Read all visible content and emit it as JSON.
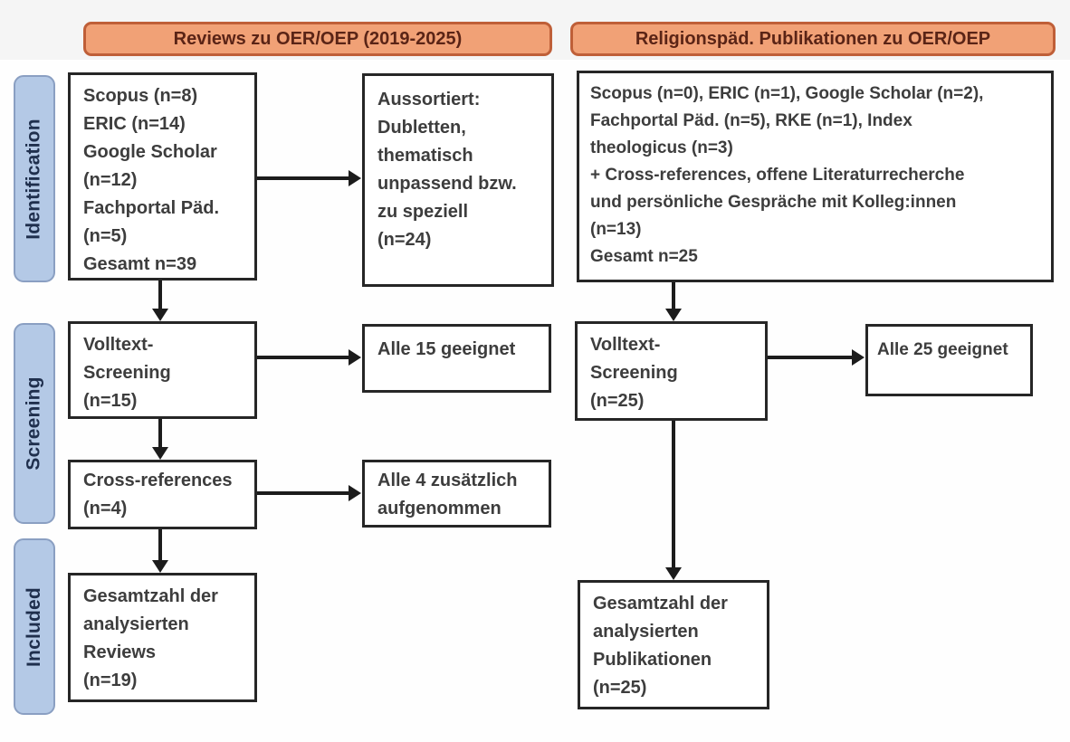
{
  "headers": {
    "left": "Reviews zu OER/OEP (2019-2025)",
    "right": "Religionspäd. Publikationen zu OER/OEP"
  },
  "stages": [
    {
      "label": "Identification"
    },
    {
      "label": "Screening"
    },
    {
      "label": "Included"
    }
  ],
  "boxes": {
    "left_sources": {
      "lines": [
        "Scopus (n=8)",
        "ERIC (n=14)",
        "Google Scholar",
        "(n=12)",
        "Fachportal Päd.",
        "(n=5)",
        "Gesamt n=39"
      ]
    },
    "left_excluded": {
      "lines": [
        "Aussortiert:",
        "Dubletten,",
        "thematisch",
        "unpassend bzw.",
        "zu speziell",
        "(n=24)"
      ]
    },
    "left_fulltext": {
      "lines": [
        "Volltext-",
        "Screening",
        "(n=15)"
      ]
    },
    "left_fulltext_result": {
      "lines": [
        "Alle 15 geeignet"
      ]
    },
    "left_crossref": {
      "lines": [
        "Cross-references",
        "(n=4)"
      ]
    },
    "left_crossref_result": {
      "lines": [
        "Alle 4 zusätzlich",
        "aufgenommen"
      ]
    },
    "left_included": {
      "lines": [
        "Gesamtzahl der",
        "analysierten",
        "Reviews",
        "(n=19)"
      ]
    },
    "right_sources": {
      "lines": [
        "Scopus (n=0), ERIC (n=1), Google Scholar (n=2),",
        "Fachportal Päd. (n=5), RKE (n=1), Index",
        "theologicus (n=3)",
        "+ Cross-references, offene Literaturrecherche",
        "und persönliche Gespräche mit Kolleg:innen",
        "(n=13)",
        "Gesamt n=25"
      ]
    },
    "right_fulltext": {
      "lines": [
        "Volltext-",
        "Screening",
        "(n=25)"
      ]
    },
    "right_fulltext_result": {
      "lines": [
        "Alle 25 geeignet"
      ]
    },
    "right_included": {
      "lines": [
        "Gesamtzahl der",
        "analysierten",
        "Publikationen",
        "(n=25)"
      ]
    }
  },
  "colors": {
    "header_fill": "#f1a176",
    "header_border": "#bf5f38",
    "header_text": "#5a2416",
    "stage_fill": "#b4c9e6",
    "stage_border": "#8a9fc2",
    "stage_text": "#1f2f4d",
    "box_border": "#262626",
    "box_text": "#3d3d3d",
    "arrow": "#1c1c1c"
  }
}
